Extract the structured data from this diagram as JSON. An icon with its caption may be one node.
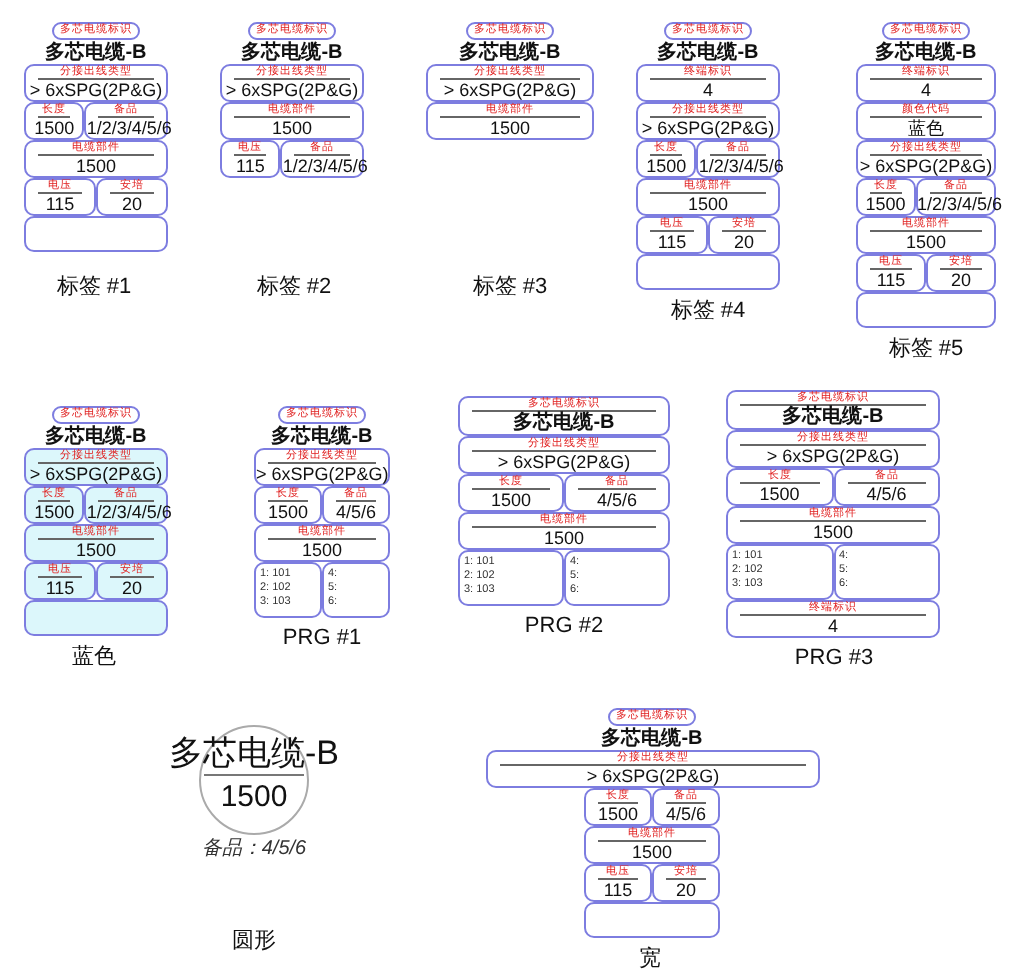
{
  "diagram": {
    "nodes": [
      {
        "text": [
          "多芯电缆标识",
          "多芯电缆-B"
        ]
      },
      {
        "text": [
          "分接出线类型",
          "> 6xSPG(2P&G)"
        ]
      },
      {
        "text": [
          "长度",
          "1500"
        ]
      },
      {
        "text": [
          "备品",
          "1/2/3/4/5/6"
        ]
      },
      {
        "text": [
          "电缆部件",
          "1500"
        ]
      },
      {
        "text": [
          "电压",
          "115"
        ]
      },
      {
        "text": [
          "安培",
          "20"
        ]
      },
      {
        "text": [],
        "shape": "box"
      },
      {
        "text": [
          "多芯电缆标识",
          "多芯电缆-B"
        ]
      },
      {
        "text": [
          "分接出线类型",
          "> 6xSPG(2P&G)"
        ]
      },
      {
        "text": [
          "电缆部件",
          "1500"
        ]
      },
      {
        "text": [
          "电压",
          "115"
        ]
      },
      {
        "text": [
          "备品",
          "1/2/3/4/5/6"
        ]
      },
      {
        "text": [
          "多芯电缆标识",
          "多芯电缆-B"
        ]
      },
      {
        "text": [
          "分接出线类型",
          "> 6xSPG(2P&G)"
        ]
      },
      {
        "text": [
          "电缆部件",
          "1500"
        ]
      },
      {
        "text": [
          "多芯电缆标识",
          "多芯电缆-B"
        ]
      },
      {
        "text": [
          "终端标识",
          "4"
        ]
      },
      {
        "text": [
          "分接出线类型",
          "> 6xSPG(2P&G)"
        ]
      },
      {
        "text": [
          "长度",
          "1500"
        ]
      },
      {
        "text": [
          "备品",
          "1/2/3/4/5/6"
        ]
      },
      {
        "text": [
          "电缆部件",
          "1500"
        ]
      },
      {
        "text": [
          "电压",
          "115"
        ]
      },
      {
        "text": [
          "安培",
          "20"
        ]
      },
      {
        "text": [],
        "shape": "box"
      },
      {
        "text": [
          "多芯电缆标识",
          "多芯电缆-B"
        ]
      },
      {
        "text": [
          "终端标识",
          "4"
        ]
      },
      {
        "text": [
          "颜色代码",
          "蓝色"
        ]
      },
      {
        "text": [
          "分接出线类型",
          "> 6xSPG(2P&G)"
        ]
      },
      {
        "text": [
          "长度",
          "1500"
        ]
      },
      {
        "text": [
          "备品",
          "1/2/3/4/5/6"
        ]
      },
      {
        "text": [
          "电缆部件",
          "1500"
        ]
      },
      {
        "text": [
          "电压",
          "115"
        ]
      },
      {
        "text": [
          "安培",
          "20"
        ]
      },
      {
        "text": [],
        "shape": "box"
      },
      {
        "text": [
          "多芯电缆标识",
          "多芯电缆-B"
        ]
      },
      {
        "text": [
          "分接出线类型",
          "> 6xSPG(2P&G)"
        ]
      },
      {
        "text": [
          "长度",
          "1500"
        ]
      },
      {
        "text": [
          "备品",
          "1/2/3/4/5/6"
        ]
      },
      {
        "text": [
          "电缆部件",
          "1500"
        ]
      },
      {
        "text": [
          "电压",
          "115"
        ]
      },
      {
        "text": [
          "安培",
          "20"
        ]
      },
      {
        "text": [],
        "shape": "box"
      },
      {
        "text": [
          "多芯电缆标识",
          "多芯电缆-B"
        ]
      },
      {
        "text": [
          "分接出线类型",
          "> 6xSPG(2P&G)"
        ]
      },
      {
        "text": [
          "长度",
          "1500"
        ]
      },
      {
        "text": [
          "备品",
          "4/5/6"
        ]
      },
      {
        "text": [
          "电缆部件",
          "1500"
        ]
      },
      {
        "text": [
          "1: 101",
          "2: 102",
          "3: 103"
        ]
      },
      {
        "text": [
          "4:",
          "5:",
          "6:"
        ]
      },
      {
        "text": [
          "多芯电缆标识",
          "多芯电缆-B"
        ]
      },
      {
        "text": [
          "分接出线类型",
          "> 6xSPG(2P&G)"
        ]
      },
      {
        "text": [
          "长度",
          "1500"
        ]
      },
      {
        "text": [
          "备品",
          "4/5/6"
        ]
      },
      {
        "text": [
          "电缆部件",
          "1500"
        ]
      },
      {
        "text": [
          "1: 101",
          "2: 102",
          "3: 103"
        ]
      },
      {
        "text": [
          "4:",
          "5:",
          "6:"
        ]
      },
      {
        "text": [
          "多芯电缆标识",
          "多芯电缆-B"
        ]
      },
      {
        "text": [
          "分接出线类型",
          "> 6xSPG(2P&G)"
        ]
      },
      {
        "text": [
          "长度",
          "1500"
        ]
      },
      {
        "text": [
          "备品",
          "4/5/6"
        ]
      },
      {
        "text": [
          "电缆部件",
          "1500"
        ]
      },
      {
        "text": [
          "1: 101",
          "2: 102",
          "3: 103"
        ]
      },
      {
        "text": [
          "4:",
          "5:",
          "6:"
        ]
      },
      {
        "text": [
          "终端标识",
          "4"
        ]
      },
      {
        "text": [
          "多芯电缆-B",
          "1500"
        ],
        "beside": [
          "备品：4/5/6"
        ]
      },
      {
        "text": [
          "多芯电缆标识",
          "多芯电缆-B"
        ]
      },
      {
        "text": [
          "分接出线类型",
          "> 6xSPG(2P&G)"
        ]
      },
      {
        "text": [
          "长度",
          "1500"
        ]
      },
      {
        "text": [
          "备品",
          "4/5/6"
        ]
      },
      {
        "text": [
          "电缆部件",
          "1500"
        ]
      },
      {
        "text": [
          "电压",
          "115"
        ]
      },
      {
        "text": [
          "安培",
          "20"
        ]
      },
      {
        "text": [],
        "shape": "box"
      }
    ],
    "edges": [],
    "labels": [
      "标签 #1",
      "标签 #2",
      "标签 #3",
      "标签 #4",
      "标签 #5",
      "蓝色",
      "PRG #1",
      "PRG #2",
      "PRG #3",
      "圆形",
      "宽"
    ]
  }
}
